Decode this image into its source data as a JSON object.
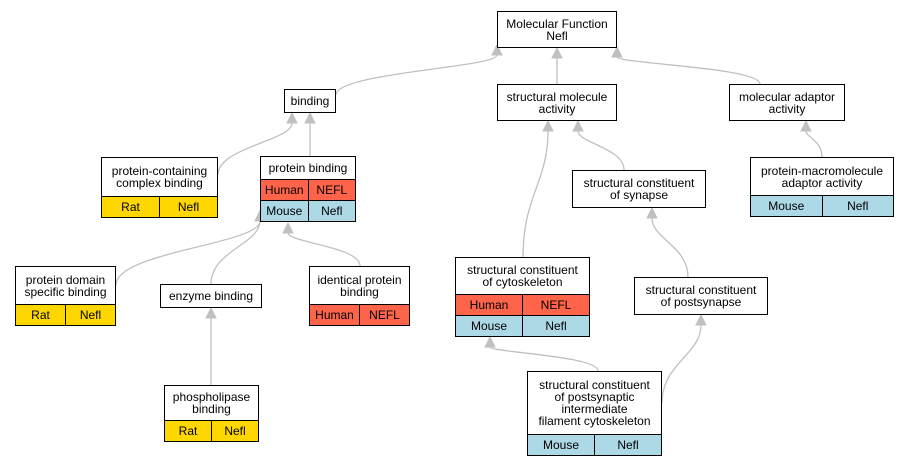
{
  "diagram": {
    "nodes": [
      {
        "id": "mf",
        "title": "Molecular Function\nNefl",
        "rows": []
      },
      {
        "id": "binding",
        "title": "binding",
        "rows": []
      },
      {
        "id": "sma",
        "title": "structural molecule\nactivity",
        "rows": []
      },
      {
        "id": "maa",
        "title": "molecular adaptor\nactivity",
        "rows": []
      },
      {
        "id": "pcb",
        "title": "protein-containing\ncomplex binding",
        "rows": [
          {
            "species": "Rat",
            "gene": "Nefl"
          }
        ]
      },
      {
        "id": "pb",
        "title": "protein binding",
        "rows": [
          {
            "species": "Human",
            "gene": "NEFL"
          },
          {
            "species": "Mouse",
            "gene": "Nefl"
          }
        ]
      },
      {
        "id": "scs",
        "title": "structural constituent\nof synapse",
        "rows": []
      },
      {
        "id": "pmaa",
        "title": "protein-macromolecule\nadaptor activity",
        "rows": [
          {
            "species": "Mouse",
            "gene": "Nefl"
          }
        ]
      },
      {
        "id": "pdsb",
        "title": "protein domain\nspecific binding",
        "rows": [
          {
            "species": "Rat",
            "gene": "Nefl"
          }
        ]
      },
      {
        "id": "eb",
        "title": "enzyme binding",
        "rows": []
      },
      {
        "id": "ipb",
        "title": "identical protein\nbinding",
        "rows": [
          {
            "species": "Human",
            "gene": "NEFL"
          }
        ]
      },
      {
        "id": "scc",
        "title": "structural constituent\nof cytoskeleton",
        "rows": [
          {
            "species": "Human",
            "gene": "NEFL"
          },
          {
            "species": "Mouse",
            "gene": "Nefl"
          }
        ]
      },
      {
        "id": "scp",
        "title": "structural constituent\nof postsynapse",
        "rows": []
      },
      {
        "id": "plb",
        "title": "phospholipase\nbinding",
        "rows": [
          {
            "species": "Rat",
            "gene": "Nefl"
          }
        ]
      },
      {
        "id": "scpif",
        "title": "structural constituent\nof postsynaptic\nintermediate\nfilament cytoskeleton",
        "rows": [
          {
            "species": "Mouse",
            "gene": "Nefl"
          }
        ]
      }
    ],
    "edges": [
      {
        "from": "binding",
        "to": "mf"
      },
      {
        "from": "sma",
        "to": "mf"
      },
      {
        "from": "maa",
        "to": "mf"
      },
      {
        "from": "pcb",
        "to": "binding"
      },
      {
        "from": "pb",
        "to": "binding"
      },
      {
        "from": "pmaa",
        "to": "maa"
      },
      {
        "from": "scs",
        "to": "sma"
      },
      {
        "from": "scc",
        "to": "sma"
      },
      {
        "from": "pdsb",
        "to": "pb"
      },
      {
        "from": "eb",
        "to": "pb"
      },
      {
        "from": "ipb",
        "to": "pb"
      },
      {
        "from": "plb",
        "to": "eb"
      },
      {
        "from": "scp",
        "to": "scs"
      },
      {
        "from": "scpif",
        "to": "scc"
      },
      {
        "from": "scpif",
        "to": "scp"
      }
    ],
    "colors": {
      "Human": "#fd644a",
      "Mouse": "#add8e6",
      "Rat": "#ffd700",
      "edge": "#c0c0c0",
      "node_border": "#000000"
    }
  }
}
